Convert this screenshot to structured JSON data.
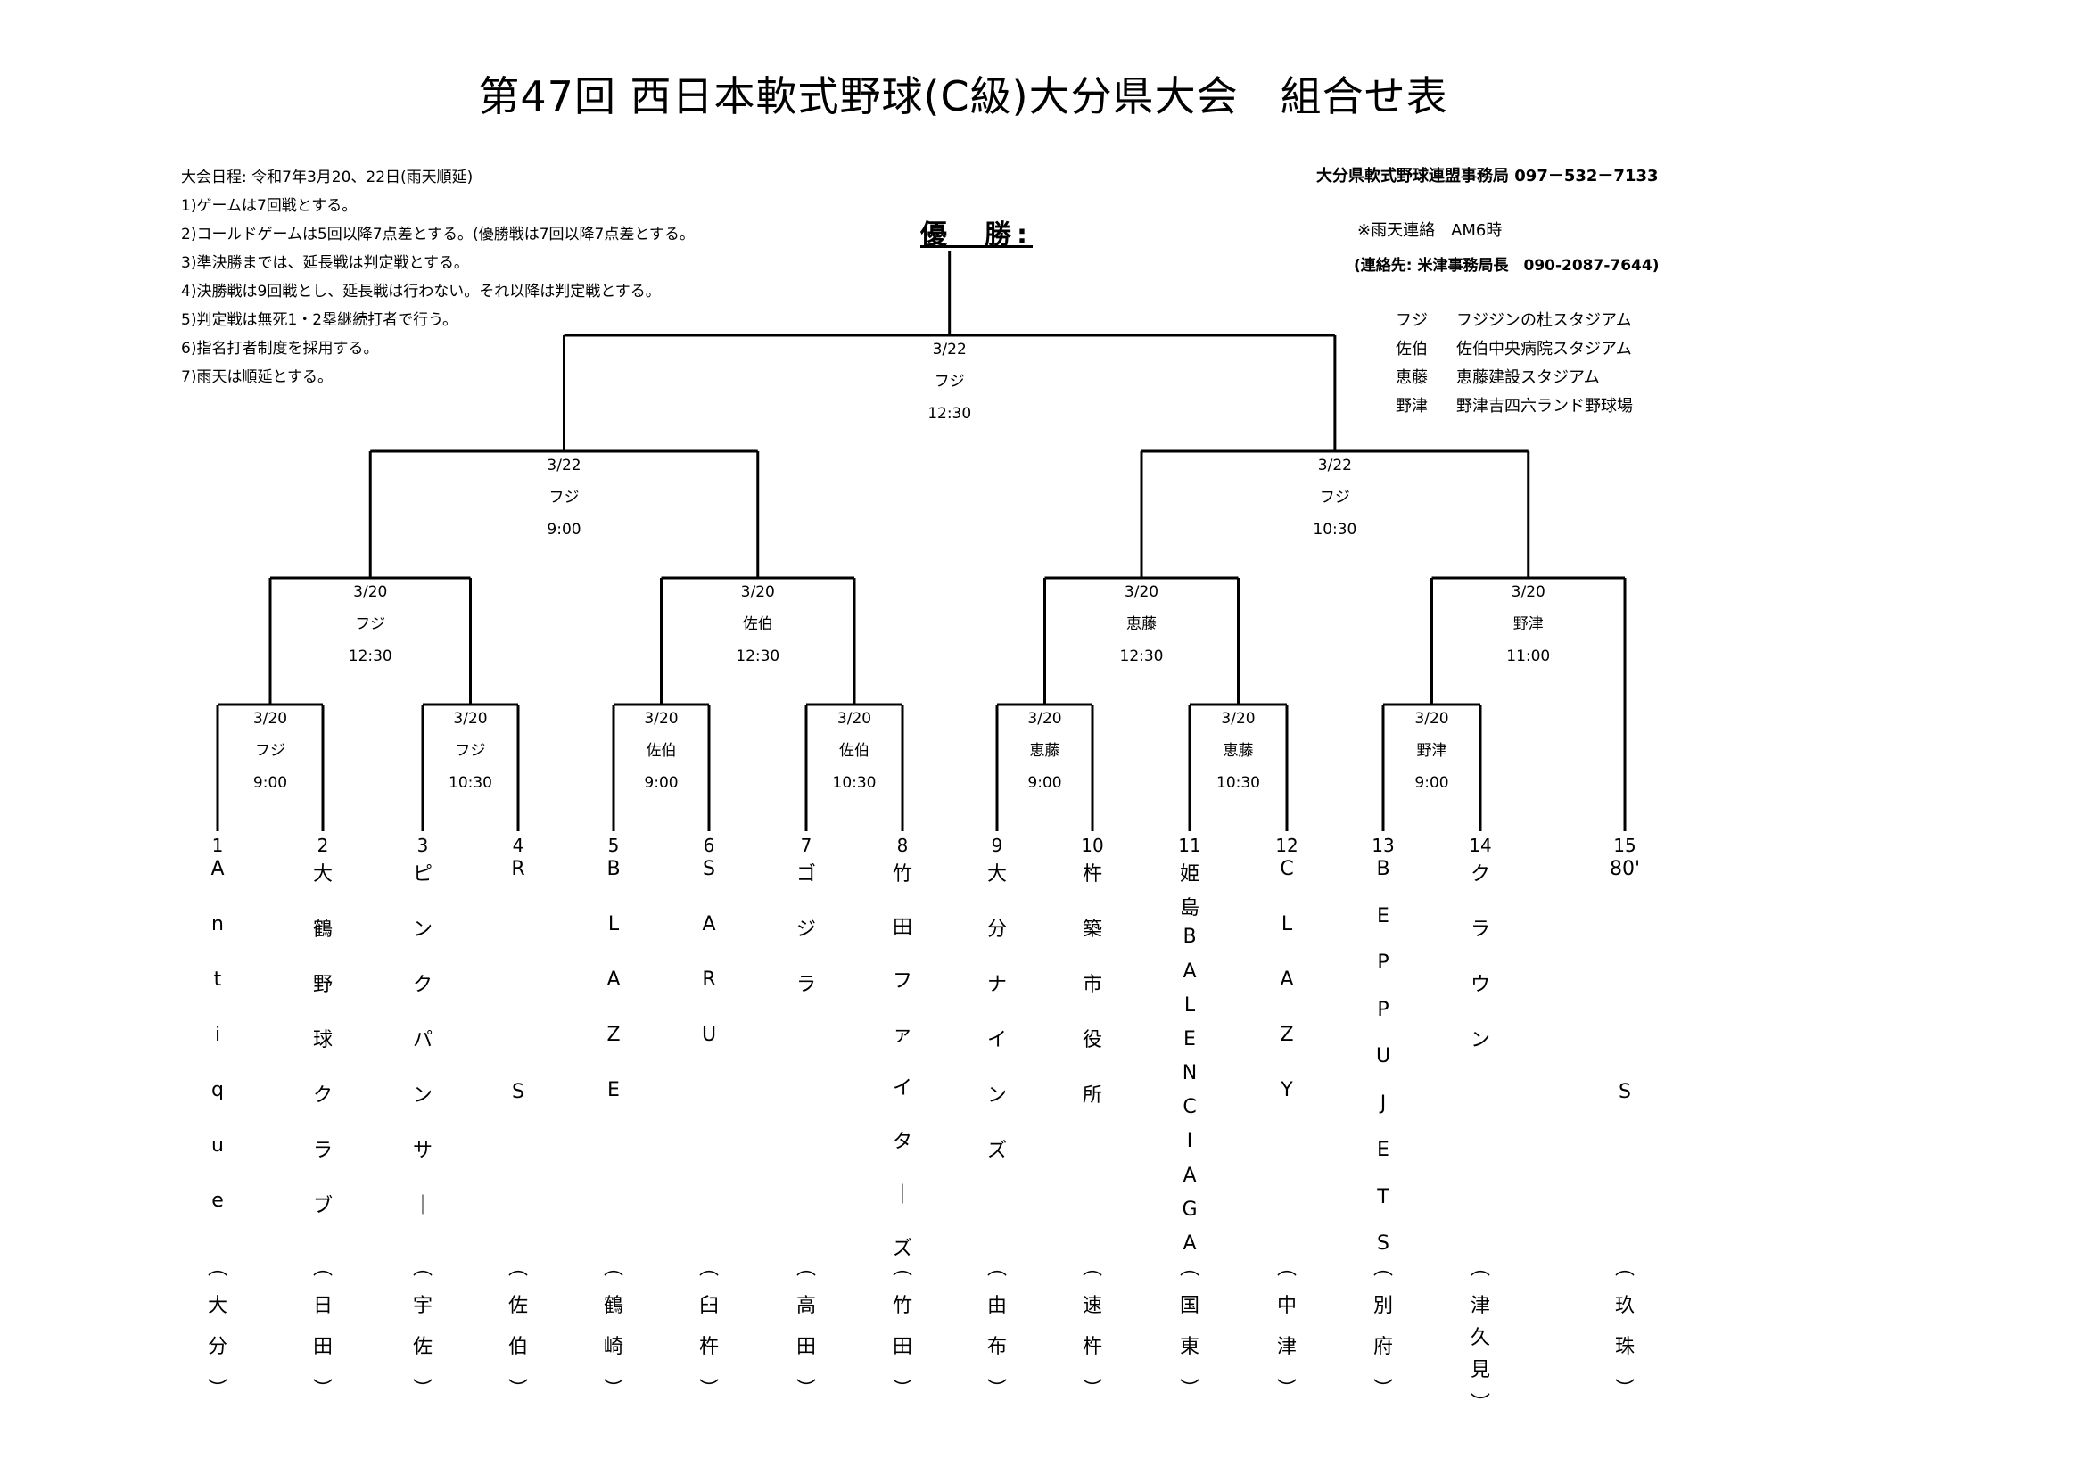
{
  "title": "第47回 西日本軟式野球(C級)大分県大会　組合せ表",
  "schedule": "大会日程: 令和7年3月20、22日(雨天順延)",
  "rules": [
    "1)ゲームは7回戦とする。",
    "2)コールドゲームは5回以降7点差とする。(優勝戦は7回以降7点差とする。",
    "3)準決勝までは、延長戦は判定戦とする。",
    "4)決勝戦は9回戦とし、延長戦は行わない。それ以降は判定戦とする。",
    "5)判定戦は無死1・2塁継続打者で行う。",
    "6)指名打者制度を採用する。",
    "7)雨天は順延とする。"
  ],
  "office": "大分県軟式野球連盟事務局 097－532－7133",
  "rain_contact": "※雨天連絡　AM6時",
  "contact_person": "(連絡先: 米津事務局長　090-2087-7644)",
  "champion_label": "優　勝:",
  "venues": [
    {
      "abbr": "フジ",
      "name": "フジジンの杜スタジアム"
    },
    {
      "abbr": "佐伯",
      "name": "佐伯中央病院スタジアム"
    },
    {
      "abbr": "恵藤",
      "name": "恵藤建設スタジアム"
    },
    {
      "abbr": "野津",
      "name": "野津吉四六ランド野球場"
    }
  ],
  "games": {
    "r1": [
      {
        "date": "3/20",
        "venue": "フジ",
        "time": "9:00"
      },
      {
        "date": "3/20",
        "venue": "フジ",
        "time": "10:30"
      },
      {
        "date": "3/20",
        "venue": "佐伯",
        "time": "9:00"
      },
      {
        "date": "3/20",
        "venue": "佐伯",
        "time": "10:30"
      },
      {
        "date": "3/20",
        "venue": "恵藤",
        "time": "9:00"
      },
      {
        "date": "3/20",
        "venue": "恵藤",
        "time": "10:30"
      },
      {
        "date": "3/20",
        "venue": "野津",
        "time": "9:00"
      }
    ],
    "r2": [
      {
        "date": "3/20",
        "venue": "フジ",
        "time": "12:30"
      },
      {
        "date": "3/20",
        "venue": "佐伯",
        "time": "12:30"
      },
      {
        "date": "3/20",
        "venue": "恵藤",
        "time": "12:30"
      },
      {
        "date": "3/20",
        "venue": "野津",
        "time": "11:00"
      }
    ],
    "semi": [
      {
        "date": "3/22",
        "venue": "フジ",
        "time": "9:00"
      },
      {
        "date": "3/22",
        "venue": "フジ",
        "time": "10:30"
      }
    ],
    "final": {
      "date": "3/22",
      "venue": "フジ",
      "time": "12:30"
    }
  },
  "teams": [
    {
      "num": "1",
      "chars": [
        "A",
        "n",
        "t",
        "i",
        "q",
        "u",
        "e",
        "︵",
        "大",
        "分",
        "︶"
      ]
    },
    {
      "num": "2",
      "chars": [
        "大",
        "鶴",
        "野",
        "球",
        "ク",
        "ラ",
        "ブ",
        "︵",
        "日",
        "田",
        "︶"
      ]
    },
    {
      "num": "3",
      "chars": [
        "ピ",
        "ン",
        "ク",
        "パ",
        "ン",
        "サ",
        "｜",
        "︵",
        "宇",
        "佐",
        "︶"
      ]
    },
    {
      "num": "4",
      "chars": [
        "R",
        "S",
        "︵",
        "佐",
        "伯",
        "︶"
      ]
    },
    {
      "num": "5",
      "chars": [
        "B",
        "L",
        "A",
        "Z",
        "E",
        "︵",
        "鶴",
        "崎",
        "︶"
      ]
    },
    {
      "num": "6",
      "chars": [
        "S",
        "A",
        "R",
        "U",
        "︵",
        "臼",
        "杵",
        "︶"
      ]
    },
    {
      "num": "7",
      "chars": [
        "ゴ",
        "ジ",
        "ラ",
        "︵",
        "高",
        "田",
        "︶"
      ]
    },
    {
      "num": "8",
      "chars": [
        "竹",
        "田",
        "フ",
        "ァ",
        "イ",
        "タ",
        "｜",
        "ズ",
        "︵",
        "竹",
        "田",
        "︶"
      ]
    },
    {
      "num": "9",
      "chars": [
        "大",
        "分",
        "ナ",
        "イ",
        "ン",
        "ズ",
        "︵",
        "由",
        "布",
        "︶"
      ]
    },
    {
      "num": "10",
      "chars": [
        "杵",
        "築",
        "市",
        "役",
        "所",
        "︵",
        "速",
        "杵",
        "︶"
      ]
    },
    {
      "num": "11",
      "chars": [
        "姫",
        "島",
        "B",
        "A",
        "L",
        "E",
        "N",
        "C",
        "I",
        "A",
        "G",
        "A",
        "︵",
        "国",
        "東",
        "︶"
      ]
    },
    {
      "num": "12",
      "chars": [
        "C",
        "L",
        "A",
        "Z",
        "Y",
        "︵",
        "中",
        "津",
        "︶"
      ]
    },
    {
      "num": "13",
      "chars": [
        "B",
        "E",
        "P",
        "P",
        "U",
        "J",
        "E",
        "T",
        "S",
        "︵",
        "別",
        "府",
        "︶"
      ]
    },
    {
      "num": "14",
      "chars": [
        "ク",
        "ラ",
        "ウ",
        "ン",
        "︵",
        "津",
        "久",
        "見",
        "︶"
      ]
    },
    {
      "num": "15",
      "chars": [
        "80'",
        "S",
        "︵",
        "玖",
        "珠",
        "︶"
      ]
    }
  ]
}
